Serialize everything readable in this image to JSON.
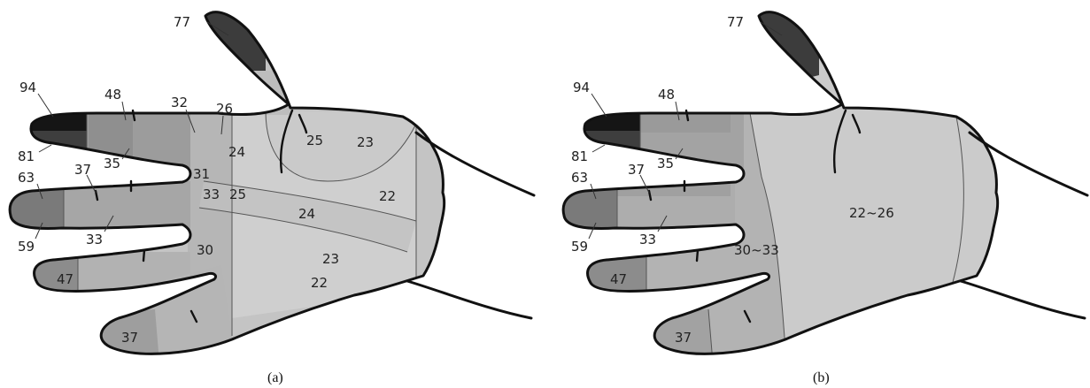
{
  "panels": [
    {
      "caption": "(a)",
      "labels": [
        "77",
        "94",
        "48",
        "32",
        "26",
        "81",
        "35",
        "24",
        "25",
        "23",
        "63",
        "37",
        "31",
        "33",
        "25",
        "22",
        "24",
        "59",
        "33",
        "30",
        "23",
        "22",
        "47",
        "37"
      ]
    },
    {
      "caption": "(b)",
      "labels": [
        "77",
        "94",
        "48",
        "81",
        "35",
        "63",
        "37",
        "33",
        "22~26",
        "59",
        "30~33",
        "47",
        "37"
      ]
    }
  ],
  "colors": {
    "level_22_26": "#cbcbcb",
    "level_30_35": "#b3b3b3",
    "level_37_48": "#9a9a9a",
    "level_59_63": "#7a7a7a",
    "level_77_81": "#3c3c3c",
    "level_94": "#161616",
    "outline": "#111111"
  }
}
